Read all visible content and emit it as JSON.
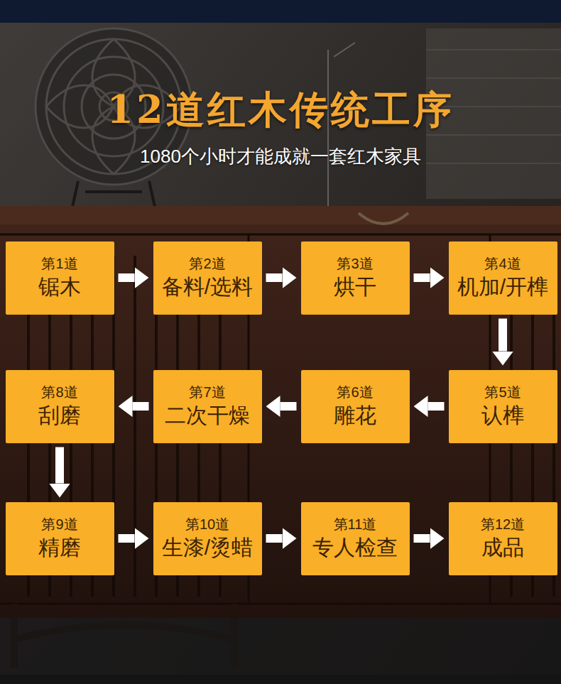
{
  "diagram": {
    "title": "12道红木传统工序",
    "caption": "1080个小时才能成就一套红木家具",
    "nodes": [
      {
        "text": [
          "第1道",
          "锯木"
        ]
      },
      {
        "text": [
          "第2道",
          "备料/选料"
        ]
      },
      {
        "text": [
          "第3道",
          "烘干"
        ]
      },
      {
        "text": [
          "第4道",
          "机加/开榫"
        ]
      },
      {
        "text": [
          "第5道",
          "认榫"
        ]
      },
      {
        "text": [
          "第6道",
          "雕花"
        ]
      },
      {
        "text": [
          "第7道",
          "二次干燥"
        ]
      },
      {
        "text": [
          "第8道",
          "刮磨"
        ]
      },
      {
        "text": [
          "第9道",
          "精磨"
        ]
      },
      {
        "text": [
          "第10道",
          "生漆/烫蜡"
        ]
      },
      {
        "text": [
          "第11道",
          "专人检查"
        ]
      },
      {
        "text": [
          "第12道",
          "成品"
        ]
      }
    ],
    "edges": [
      {
        "from": 0,
        "to": 1,
        "arrow": "to"
      },
      {
        "from": 1,
        "to": 2,
        "arrow": "to"
      },
      {
        "from": 2,
        "to": 3,
        "arrow": "to"
      },
      {
        "from": 3,
        "to": 4,
        "arrow": "to"
      },
      {
        "from": 4,
        "to": 5,
        "arrow": "to"
      },
      {
        "from": 5,
        "to": 6,
        "arrow": "to"
      },
      {
        "from": 6,
        "to": 7,
        "arrow": "to"
      },
      {
        "from": 7,
        "to": 8,
        "arrow": "to"
      },
      {
        "from": 8,
        "to": 9,
        "arrow": "to"
      },
      {
        "from": 9,
        "to": 10,
        "arrow": "to"
      },
      {
        "from": 10,
        "to": 11,
        "arrow": "to"
      }
    ]
  }
}
